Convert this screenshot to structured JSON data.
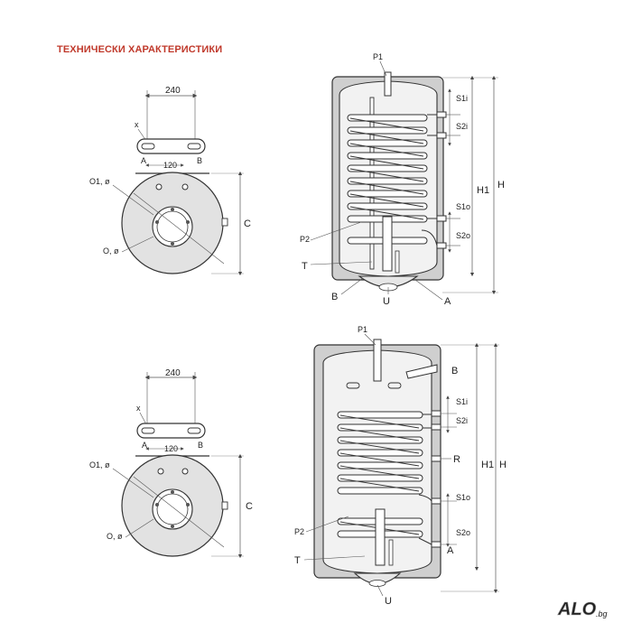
{
  "heading": "ТЕХНИЧЕСКИ ХАРАКТЕРИСТИКИ",
  "top_plan": {
    "dim_width": "240",
    "x": "x",
    "a": "A",
    "b": "B",
    "dim_spacing": "120",
    "o1": "O1, ø",
    "o2": "O, ø",
    "c": "C"
  },
  "top_section": {
    "p1": "P1",
    "s1i": "S1i",
    "s2i": "S2i",
    "s1o": "S1o",
    "s2o": "S2o",
    "h1": "H1",
    "h": "H",
    "p2": "P2",
    "t": "T",
    "b": "B",
    "u": "U",
    "a": "A"
  },
  "bottom_plan": {
    "dim_width": "240",
    "x": "x",
    "a": "A",
    "b": "B",
    "dim_spacing": "120",
    "o1": "O1, ø",
    "o2": "O, ø",
    "c": "C"
  },
  "bottom_section": {
    "p1": "P1",
    "b": "B",
    "s1i": "S1i",
    "s2i": "S2i",
    "r": "R",
    "h1": "H1",
    "h": "H",
    "s1o": "S1o",
    "p2": "P2",
    "s2o": "S2o",
    "a": "A",
    "t": "T",
    "u": "U"
  },
  "watermark": {
    "main": "ALO",
    "suffix": ".bg"
  }
}
